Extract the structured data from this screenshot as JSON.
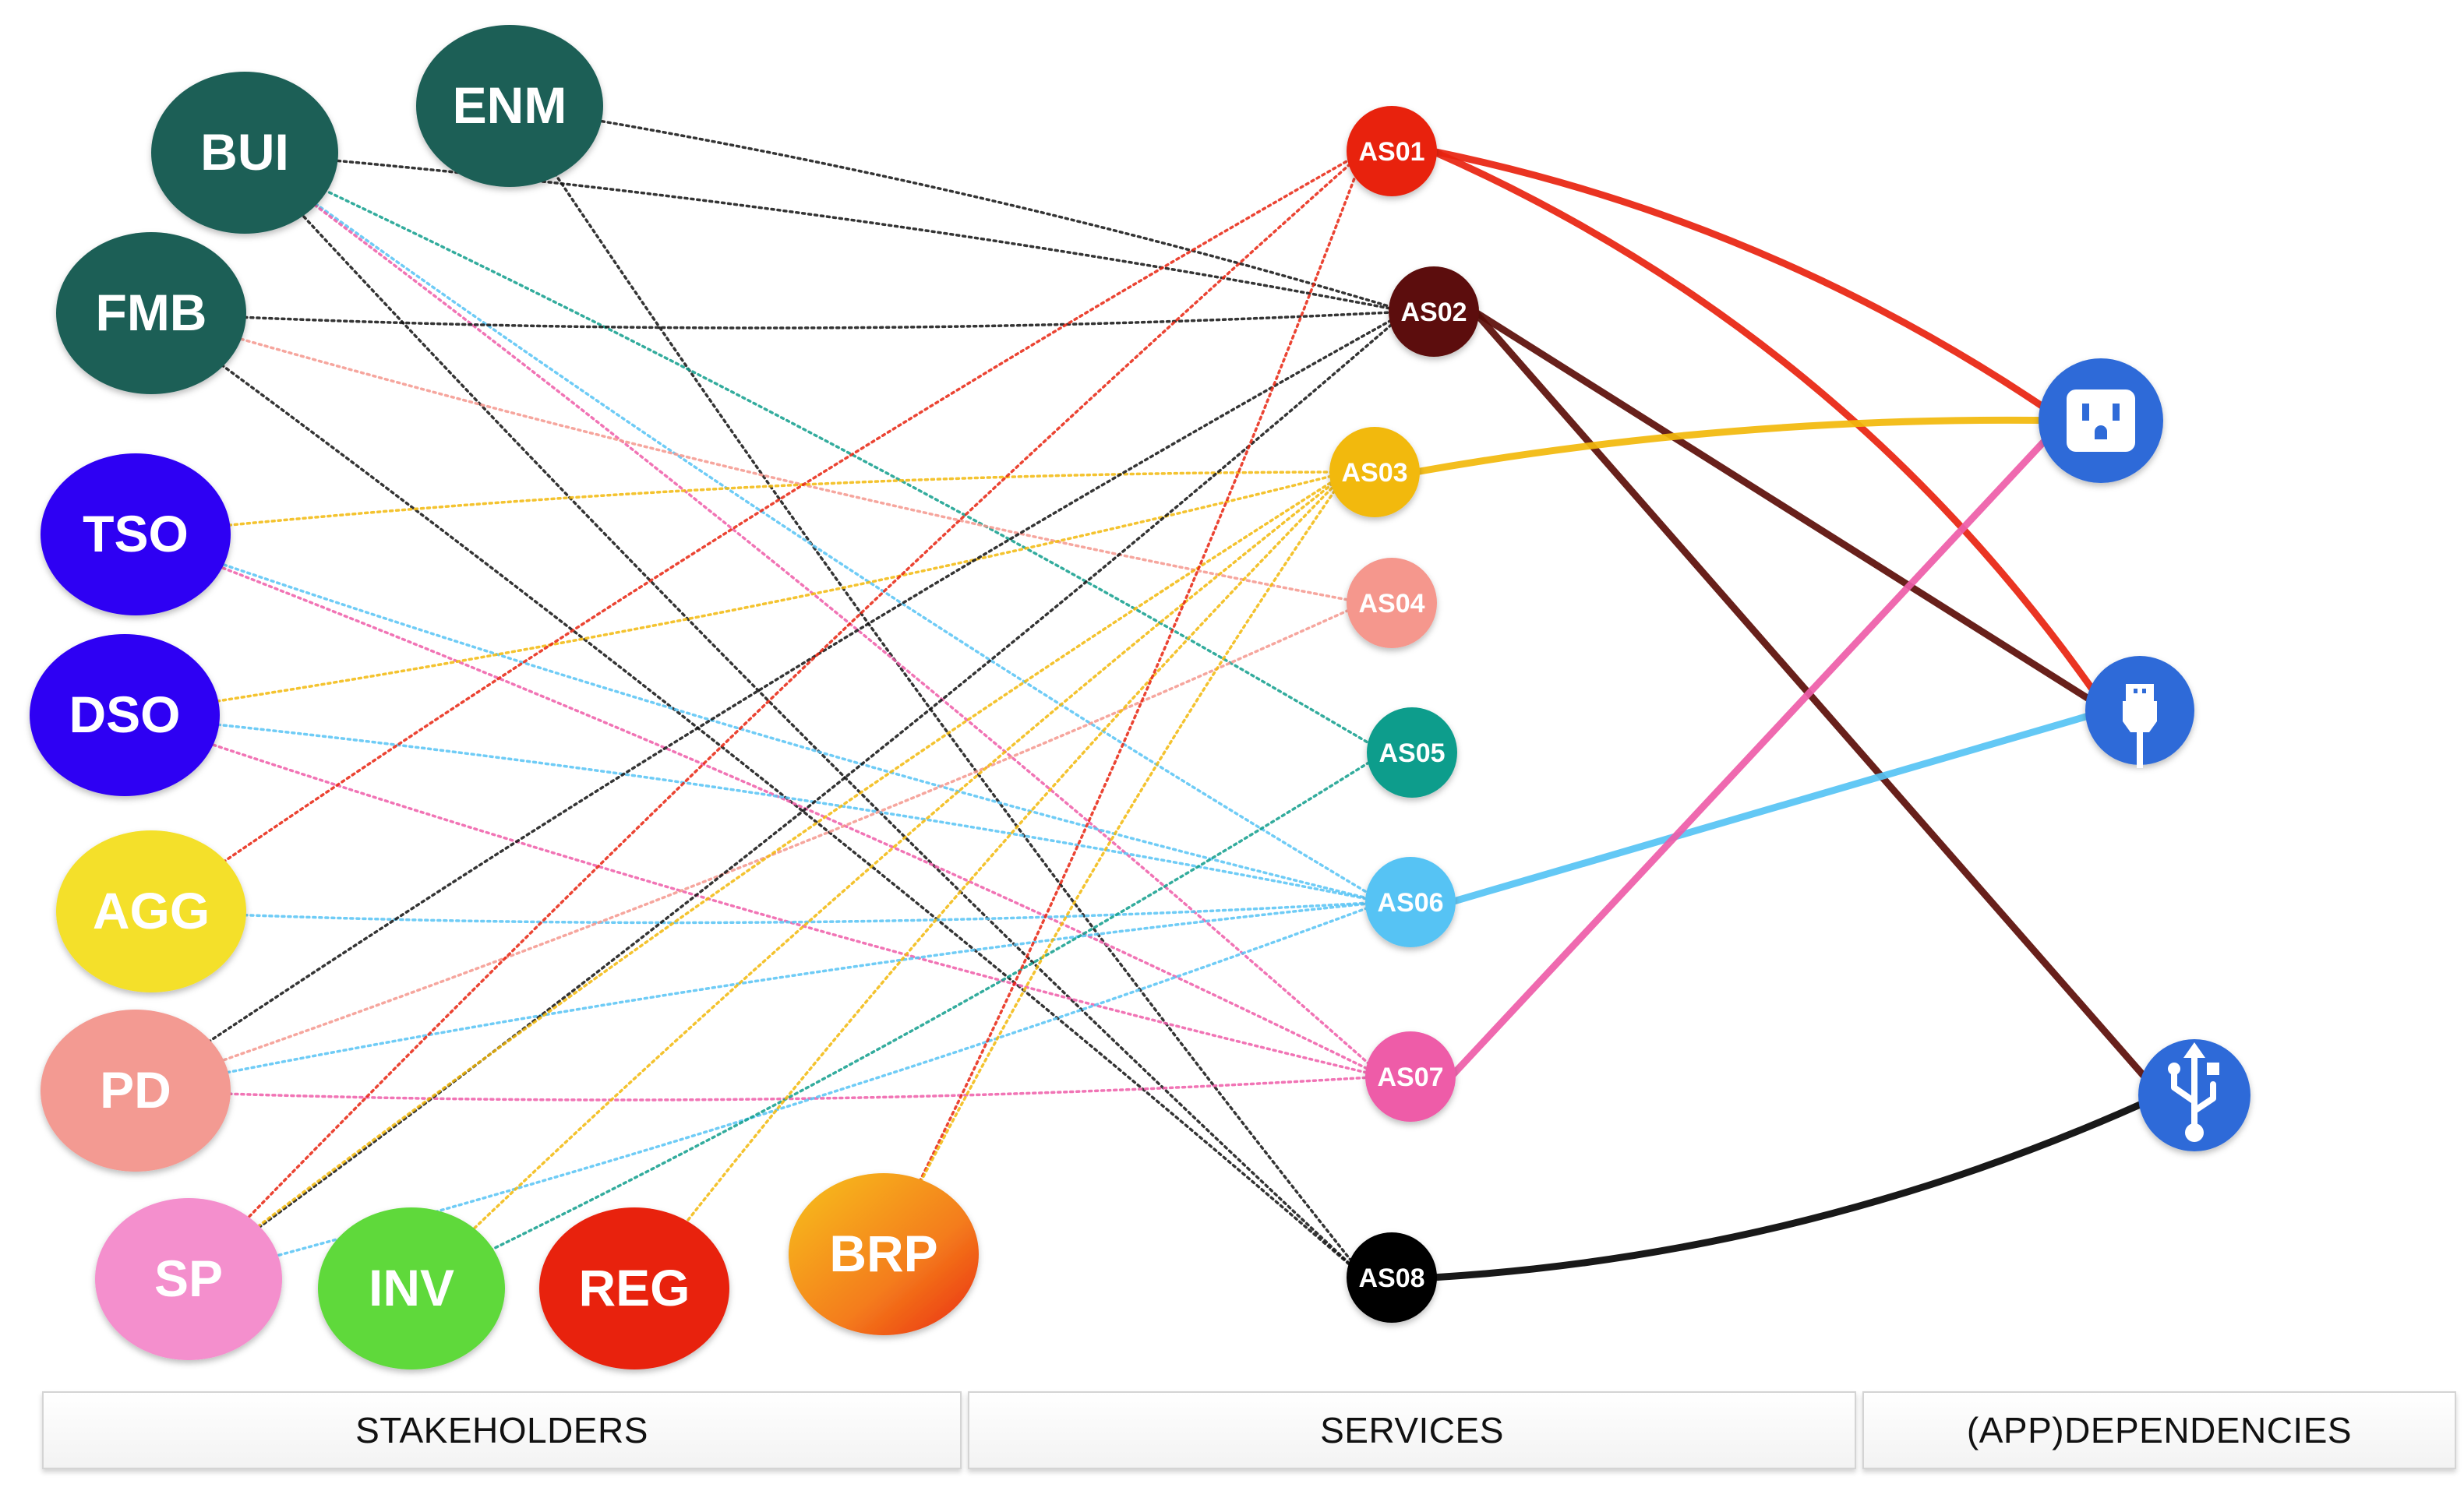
{
  "colors": {
    "background": "#ffffff"
  },
  "stakeholders": [
    {
      "id": "BUI",
      "label": "BUI",
      "color": "#1d5e57"
    },
    {
      "id": "ENM",
      "label": "ENM",
      "color": "#1d5e57"
    },
    {
      "id": "FMB",
      "label": "FMB",
      "color": "#1d5e57"
    },
    {
      "id": "TSO",
      "label": "TSO",
      "color": "#2d05f3"
    },
    {
      "id": "DSO",
      "label": "DSO",
      "color": "#2d05f3"
    },
    {
      "id": "AGG",
      "label": "AGG",
      "color": "#f4e02a"
    },
    {
      "id": "PD",
      "label": "PD",
      "color": "#f39a92"
    },
    {
      "id": "SP",
      "label": "SP",
      "color": "#f48fcd"
    },
    {
      "id": "INV",
      "label": "INV",
      "color": "#5ed93b"
    },
    {
      "id": "REG",
      "label": "REG",
      "color": "#e8220f"
    },
    {
      "id": "BRP",
      "label": "BRP",
      "color": "gradient-orange"
    }
  ],
  "services": [
    {
      "id": "AS01",
      "label": "AS01",
      "color": "#e8230f"
    },
    {
      "id": "AS02",
      "label": "AS02",
      "color": "#5b0d08"
    },
    {
      "id": "AS03",
      "label": "AS03",
      "color": "#f2b90b"
    },
    {
      "id": "AS04",
      "label": "AS04",
      "color": "#f5978d"
    },
    {
      "id": "AS05",
      "label": "AS05",
      "color": "#0f9d8c"
    },
    {
      "id": "AS06",
      "label": "AS06",
      "color": "#56c3f4"
    },
    {
      "id": "AS07",
      "label": "AS07",
      "color": "#ee5ca8"
    },
    {
      "id": "AS08",
      "label": "AS08",
      "color": "#050505"
    }
  ],
  "dependencies": [
    {
      "id": "outlet",
      "icon": "power-outlet-icon",
      "color": "#2f6bd8"
    },
    {
      "id": "usb-plug",
      "icon": "usb-plug-icon",
      "color": "#2f6bd8"
    },
    {
      "id": "usb-symbol",
      "icon": "usb-symbol-icon",
      "color": "#2f6bd8"
    }
  ],
  "stakeholder_links": [
    {
      "from": "ENM",
      "to": "AS02",
      "color": "#111111"
    },
    {
      "from": "ENM",
      "to": "AS08",
      "color": "#111111"
    },
    {
      "from": "BUI",
      "to": "AS02",
      "color": "#111111"
    },
    {
      "from": "BUI",
      "to": "AS08",
      "color": "#111111"
    },
    {
      "from": "BUI",
      "to": "AS05",
      "color": "#0f9d8c"
    },
    {
      "from": "BUI",
      "to": "AS06",
      "color": "#56c3f4"
    },
    {
      "from": "BUI",
      "to": "AS07",
      "color": "#ee5ca8"
    },
    {
      "from": "FMB",
      "to": "AS02",
      "color": "#111111"
    },
    {
      "from": "FMB",
      "to": "AS08",
      "color": "#111111"
    },
    {
      "from": "FMB",
      "to": "AS04",
      "color": "#f5978d"
    },
    {
      "from": "TSO",
      "to": "AS03",
      "color": "#f2b90b"
    },
    {
      "from": "TSO",
      "to": "AS06",
      "color": "#56c3f4"
    },
    {
      "from": "TSO",
      "to": "AS07",
      "color": "#ee5ca8"
    },
    {
      "from": "DSO",
      "to": "AS03",
      "color": "#f2b90b"
    },
    {
      "from": "DSO",
      "to": "AS06",
      "color": "#56c3f4"
    },
    {
      "from": "DSO",
      "to": "AS07",
      "color": "#ee5ca8"
    },
    {
      "from": "AGG",
      "to": "AS01",
      "color": "#e8230f"
    },
    {
      "from": "AGG",
      "to": "AS06",
      "color": "#56c3f4"
    },
    {
      "from": "PD",
      "to": "AS02",
      "color": "#111111"
    },
    {
      "from": "PD",
      "to": "AS04",
      "color": "#f5978d"
    },
    {
      "from": "PD",
      "to": "AS06",
      "color": "#56c3f4"
    },
    {
      "from": "PD",
      "to": "AS07",
      "color": "#ee5ca8"
    },
    {
      "from": "SP",
      "to": "AS01",
      "color": "#e8230f"
    },
    {
      "from": "SP",
      "to": "AS02",
      "color": "#111111"
    },
    {
      "from": "SP",
      "to": "AS03",
      "color": "#f2b90b"
    },
    {
      "from": "SP",
      "to": "AS06",
      "color": "#56c3f4"
    },
    {
      "from": "INV",
      "to": "AS03",
      "color": "#f2b90b"
    },
    {
      "from": "INV",
      "to": "AS05",
      "color": "#0f9d8c"
    },
    {
      "from": "REG",
      "to": "AS03",
      "color": "#f2b90b"
    },
    {
      "from": "BRP",
      "to": "AS01",
      "color": "#e8230f"
    },
    {
      "from": "BRP",
      "to": "AS03",
      "color": "#f2b90b"
    }
  ],
  "dependency_links": [
    {
      "from": "AS01",
      "to": "outlet",
      "color": "#e8230f"
    },
    {
      "from": "AS01",
      "to": "usb-plug",
      "color": "#e8230f"
    },
    {
      "from": "AS02",
      "to": "usb-plug",
      "color": "#5b0d08"
    },
    {
      "from": "AS02",
      "to": "usb-symbol",
      "color": "#5b0d08"
    },
    {
      "from": "AS03",
      "to": "outlet",
      "color": "#f2b90b"
    },
    {
      "from": "AS06",
      "to": "usb-plug",
      "color": "#56c3f4"
    },
    {
      "from": "AS07",
      "to": "outlet",
      "color": "#ee5ca8"
    },
    {
      "from": "AS08",
      "to": "usb-symbol",
      "color": "#050505"
    }
  ],
  "footer": {
    "stakeholders": "STAKEHOLDERS",
    "services": "SERVICES",
    "dependencies": "(APP)DEPENDENCIES"
  }
}
